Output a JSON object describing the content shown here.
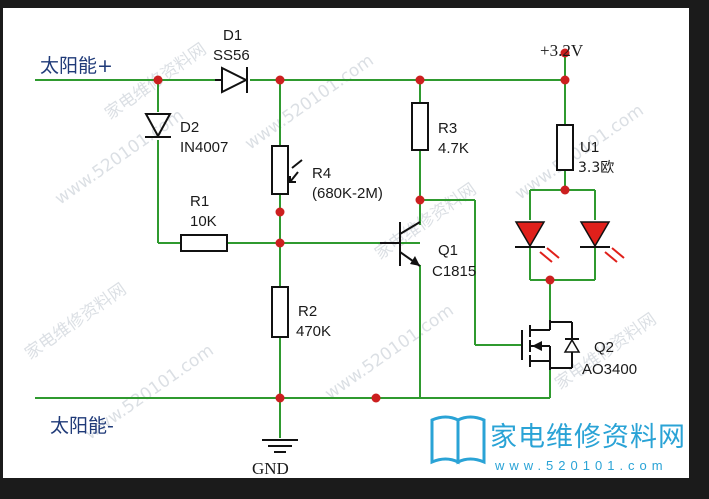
{
  "labels": {
    "solar_pos": "太阳能+",
    "solar_neg": "太阳能-",
    "vcc": "+3.2V",
    "gnd": "GND"
  },
  "components": {
    "d1": {
      "ref": "D1",
      "value": "SS56"
    },
    "d2": {
      "ref": "D2",
      "value": "IN4007"
    },
    "r1": {
      "ref": "R1",
      "value": "10K"
    },
    "r2": {
      "ref": "R2",
      "value": "470K"
    },
    "r3": {
      "ref": "R3",
      "value": "4.7K"
    },
    "r4": {
      "ref": "R4",
      "value": "(680K-2M)"
    },
    "u1": {
      "ref": "U1",
      "value": "3.3欧"
    },
    "q1": {
      "ref": "Q1",
      "value": "C1815"
    },
    "q2": {
      "ref": "Q2",
      "value": "AO3400"
    }
  },
  "watermark": {
    "site": "www.520101.com",
    "cn": "家电维修资料网",
    "logo_text": "家电维修资料网",
    "logo_url": "www.520101.com"
  },
  "colors": {
    "wire": "#2f9a2f",
    "node": "#cc1f1f",
    "led": "#e0201b",
    "text_blue": "#1f3a78",
    "logo": "#2aa3d6"
  }
}
